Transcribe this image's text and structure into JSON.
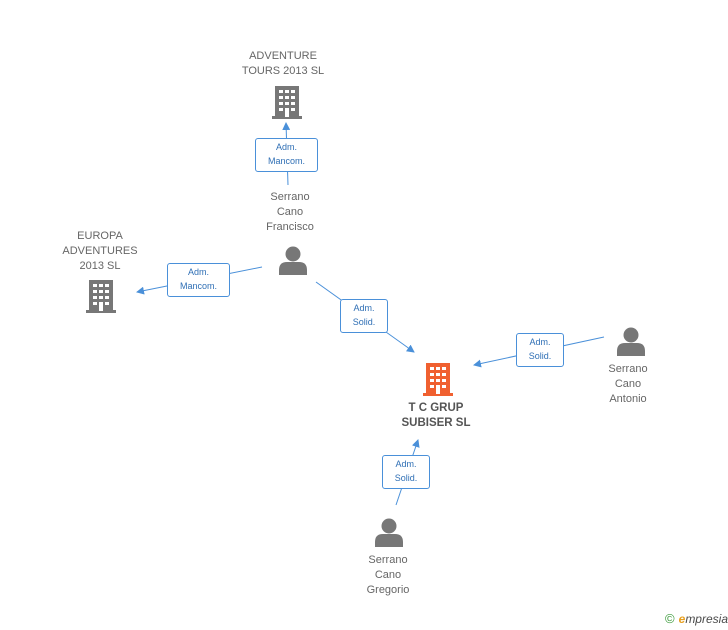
{
  "companies": {
    "adventure_tours": {
      "name": "ADVENTURE\nTOURS 2013 SL",
      "icon": "building-icon"
    },
    "europa_adventures": {
      "name": "EUROPA\nADVENTURES\n2013 SL",
      "icon": "building-icon"
    },
    "tc_grup": {
      "name": "T C GRUP\nSUBISER SL",
      "icon": "building-icon",
      "color": "#f06030"
    }
  },
  "persons": {
    "francisco": {
      "name": "Serrano\nCano\nFrancisco",
      "icon": "person-icon"
    },
    "antonio": {
      "name": "Serrano\nCano\nAntonio",
      "icon": "person-icon"
    },
    "gregorio": {
      "name": "Serrano\nCano\nGregorio",
      "icon": "person-icon"
    }
  },
  "relations": {
    "r1": "Adm.\nMancom.",
    "r2": "Adm.\nMancom.",
    "r3": "Adm.\nSolid.",
    "r4": "Adm.\nSolid.",
    "r5": "Adm.\nSolid."
  },
  "colors": {
    "edge": "#4a90d9",
    "node_gray": "#777777",
    "main_node": "#f06030"
  },
  "footer": {
    "copyright": "©",
    "brand_e": "e",
    "brand_rest": "mpresia"
  }
}
